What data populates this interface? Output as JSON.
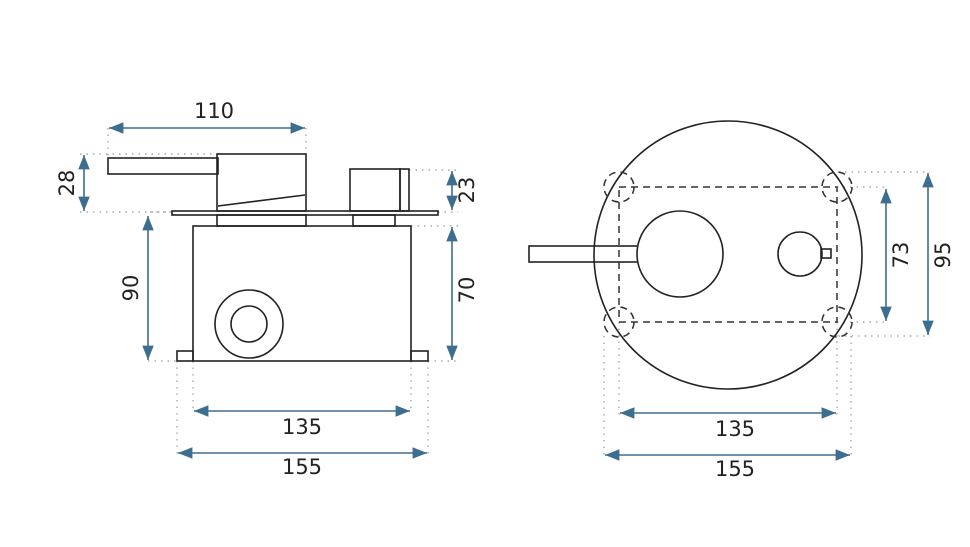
{
  "side_view": {
    "dims": {
      "handle_length": "110",
      "handle_height": "28",
      "box_total_height": "90",
      "knob_height": "23",
      "box_height": "70",
      "box_inner_width": "135",
      "box_outer_width": "155"
    }
  },
  "front_view": {
    "dims": {
      "rect_height": "73",
      "plate_height": "95",
      "rect_inner_width": "135",
      "rect_outer_width": "155"
    }
  },
  "colors": {
    "dimension": "#3d6e8f",
    "outline": "#222222"
  }
}
